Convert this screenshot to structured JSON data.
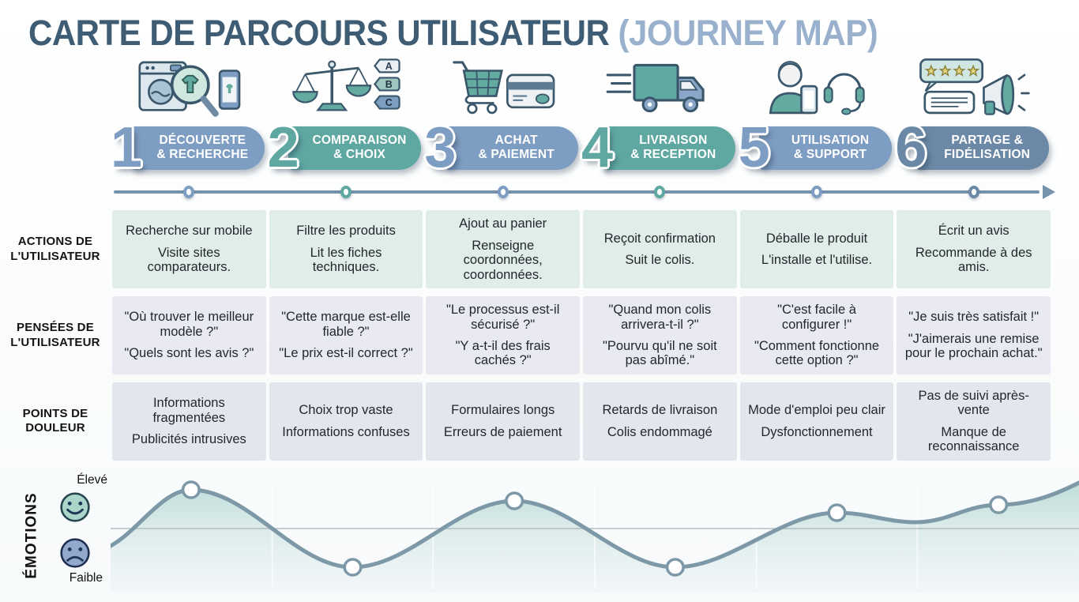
{
  "title": {
    "main": "CARTE DE PARCOURS UTILISATEUR ",
    "accent": "(JOURNEY MAP)"
  },
  "colors": {
    "title_main": "#3e5c74",
    "title_accent": "#9ab1cd",
    "timeline": "#7792ad",
    "curve": "#7d98a6",
    "banner_blue": "#7e9dc2",
    "banner_teal": "#5fa8a2",
    "banner_slate": "#6b89a6"
  },
  "stages": [
    {
      "number": "1",
      "label": "DÉCOUVERTE\n& RECHERCHE",
      "color": "#7e9dc2",
      "icon": "washing-machine-search-icon"
    },
    {
      "number": "2",
      "label": "COMPARAISON\n& CHOIX",
      "color": "#5fa8a2",
      "icon": "balance-scale-abc-icon"
    },
    {
      "number": "3",
      "label": "ACHAT\n& PAIEMENT",
      "color": "#7e9dc2",
      "icon": "cart-credit-card-icon"
    },
    {
      "number": "4",
      "label": "LIVRAISON\n& RECEPTION",
      "color": "#5fa8a2",
      "icon": "delivery-truck-icon"
    },
    {
      "number": "5",
      "label": "UTILISATION\n& SUPPORT",
      "color": "#7e9dc2",
      "icon": "user-support-headset-icon"
    },
    {
      "number": "6",
      "label": "PARTAGE &\nFIDÉLISATION",
      "color": "#6b89a6",
      "icon": "review-stars-megaphone-icon"
    }
  ],
  "icon_tags": {
    "a": "A",
    "b": "B",
    "c": "C"
  },
  "rows": [
    {
      "label": "ACTIONS DE\nL'UTILISATEUR",
      "cells": [
        [
          "Recherche sur mobile",
          "Visite sites comparateurs."
        ],
        [
          "Filtre les produits",
          "Lit les fiches techniques."
        ],
        [
          "Ajout au panier",
          "Renseigne coordonnées, coordonnées."
        ],
        [
          "Reçoit confirmation",
          "Suit le colis."
        ],
        [
          "Déballe le produit",
          "L'installe et l'utilise."
        ],
        [
          "Écrit un avis",
          "Recommande à des amis."
        ]
      ]
    },
    {
      "label": "PENSÉES DE\nL'UTILISATEUR",
      "cells": [
        [
          "\"Où trouver le meilleur modèle ?\"",
          "\"Quels sont les avis ?\""
        ],
        [
          "\"Cette marque est-elle fiable ?\"",
          "\"Le prix est-il correct ?\""
        ],
        [
          "\"Le processus est-il sécurisé ?\"",
          "\"Y a-t-il des frais cachés ?\""
        ],
        [
          "\"Quand mon colis arrivera-t-il ?\"",
          "\"Pourvu qu'il ne soit pas abîmé.\""
        ],
        [
          "\"C'est facile à configurer !\"",
          "\"Comment fonctionne cette option ?\""
        ],
        [
          "\"Je suis très satisfait !\"",
          "\"J'aimerais une remise pour le prochain achat.\""
        ]
      ]
    },
    {
      "label": "POINTS DE\nDOULEUR",
      "cells": [
        [
          "Informations fragmentées",
          "Publicités intrusives"
        ],
        [
          "Choix trop vaste",
          "Informations confuses"
        ],
        [
          "Formulaires longs",
          "Erreurs de paiement"
        ],
        [
          "Retards de livraison",
          "Colis endommagé"
        ],
        [
          "Mode d'emploi peu clair",
          "Dysfonctionnement"
        ],
        [
          "Pas de suivi après-vente",
          "Manque de reconnaissance"
        ]
      ]
    }
  ],
  "emotions": {
    "axis_label": "ÉMOTIONS",
    "high_label": "Élevé",
    "low_label": "Faible",
    "happy_icon": "happy-face-icon",
    "sad_icon": "sad-face-icon"
  },
  "chart_data": {
    "type": "area",
    "title": "ÉMOTIONS",
    "categories": [
      "Découverte & Recherche",
      "Comparaison & Choix",
      "Achat & Paiement",
      "Livraison & Réception",
      "Utilisation & Support",
      "Partage & Fidélisation"
    ],
    "x": [
      1,
      2,
      3,
      4,
      5,
      6
    ],
    "values": [
      0.9,
      -0.85,
      0.65,
      -0.85,
      0.4,
      0.55
    ],
    "start_value": -0.35,
    "end_value": 0.95,
    "ylim": [
      -1,
      1
    ],
    "y_axis_labels": {
      "high": "Élevé",
      "low": "Faible"
    },
    "grid": "midline + faint column separators",
    "legend_position": "none",
    "line_color": "#7d98a6",
    "fill_color": "#a9cdc7",
    "markers_at_stage_centers": true
  }
}
